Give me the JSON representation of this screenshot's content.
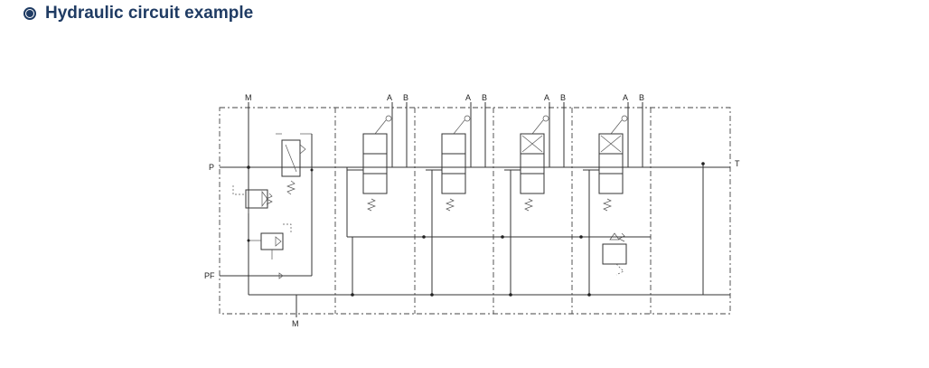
{
  "header": {
    "title": "Hydraulic circuit example",
    "accent_color": "#1f3b63",
    "icon": "radio-selected-icon"
  },
  "diagram": {
    "port_labels": {
      "m_top": "M",
      "p": "P",
      "pf": "PF",
      "m_bottom": "M",
      "t": "T"
    },
    "sections": [
      {
        "a": "A",
        "b": "B"
      },
      {
        "a": "A",
        "b": "B"
      },
      {
        "a": "A",
        "b": "B"
      },
      {
        "a": "A",
        "b": "B"
      }
    ]
  }
}
